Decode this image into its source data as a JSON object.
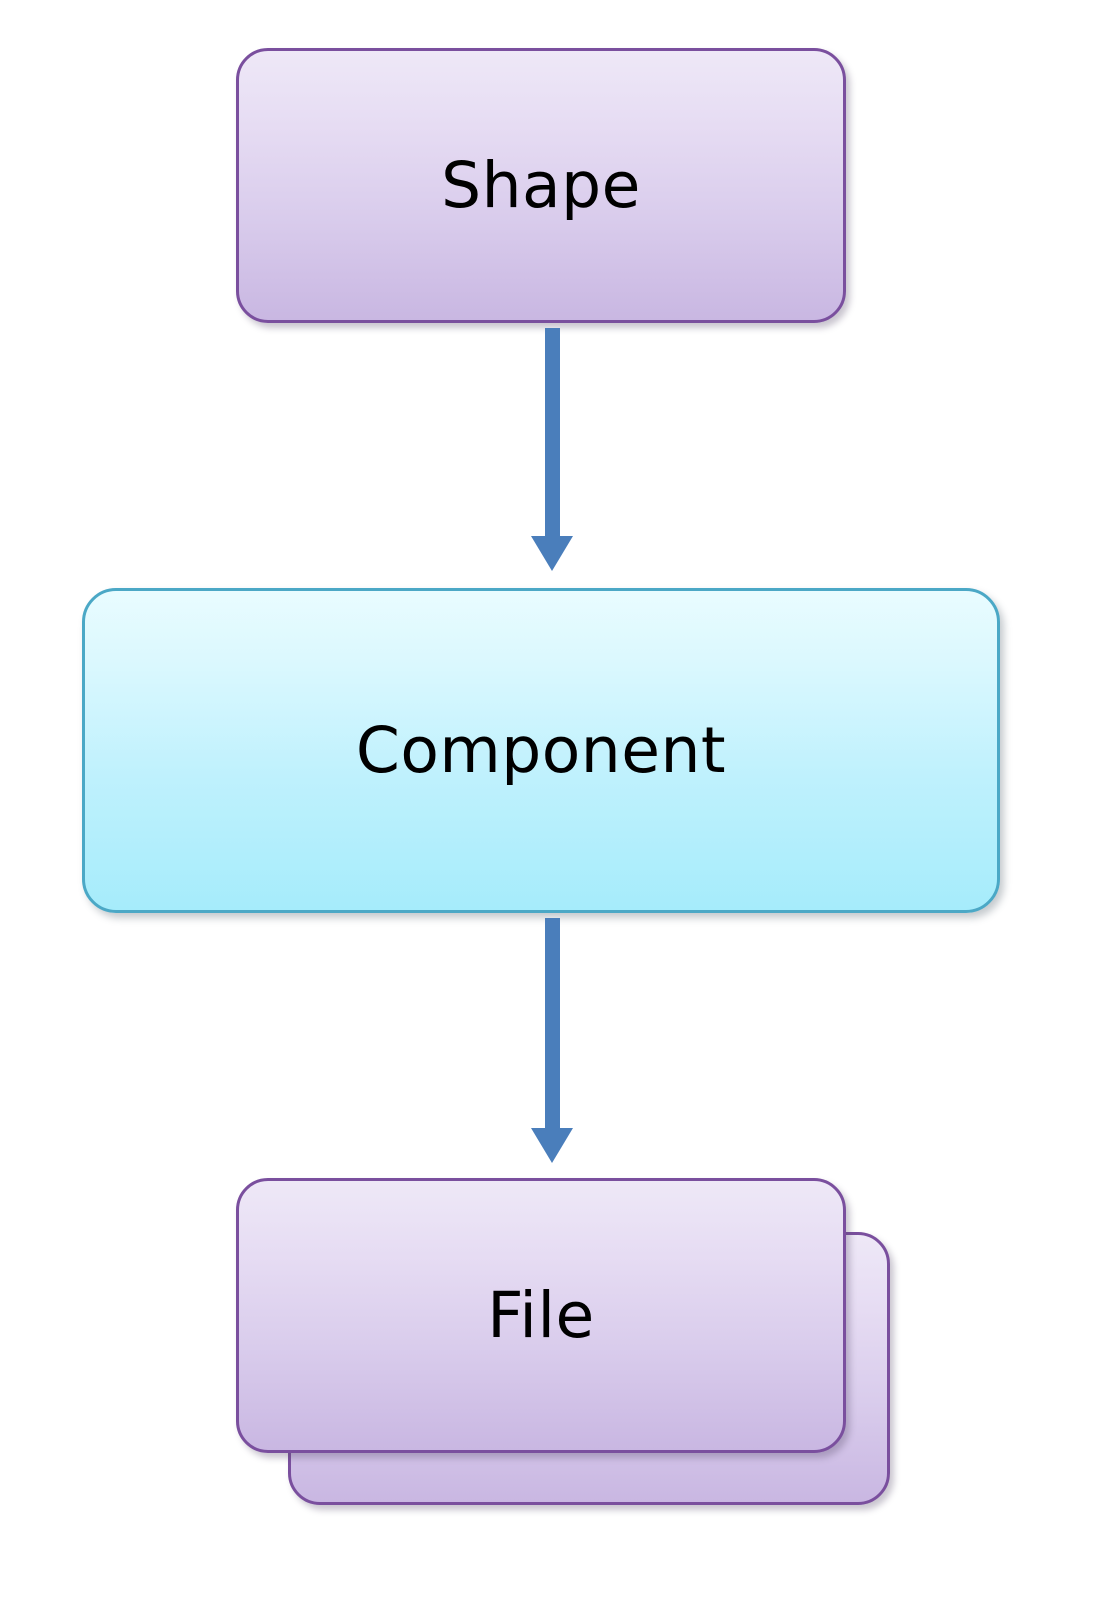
{
  "diagram": {
    "title": "Shape to Component to File flow",
    "background_color": "#ffffff",
    "nodes": [
      {
        "id": "shape",
        "label": "Shape",
        "kind": "rounded-rectangle",
        "fill_top": "#EEE8F7",
        "fill_bottom": "#C9B7E2",
        "border_color": "#7A4F9E",
        "text_color": "#000000"
      },
      {
        "id": "component",
        "label": "Component",
        "kind": "rounded-rectangle",
        "fill_top": "#E9FCFF",
        "fill_bottom": "#A6ECFB",
        "border_color": "#4BA8C6",
        "text_color": "#000000"
      },
      {
        "id": "file",
        "label": "File",
        "kind": "stacked-rounded-rectangle",
        "fill_top": "#EEE8F7",
        "fill_bottom": "#C9B7E2",
        "border_color": "#7A4F9E",
        "text_color": "#000000"
      }
    ],
    "connectors": [
      {
        "id": "shape-to-component",
        "from": "shape",
        "to": "component",
        "direction": "down",
        "color": "#4A7EBB"
      },
      {
        "id": "component-to-file",
        "from": "component",
        "to": "file",
        "direction": "down",
        "color": "#4A7EBB"
      }
    ]
  }
}
